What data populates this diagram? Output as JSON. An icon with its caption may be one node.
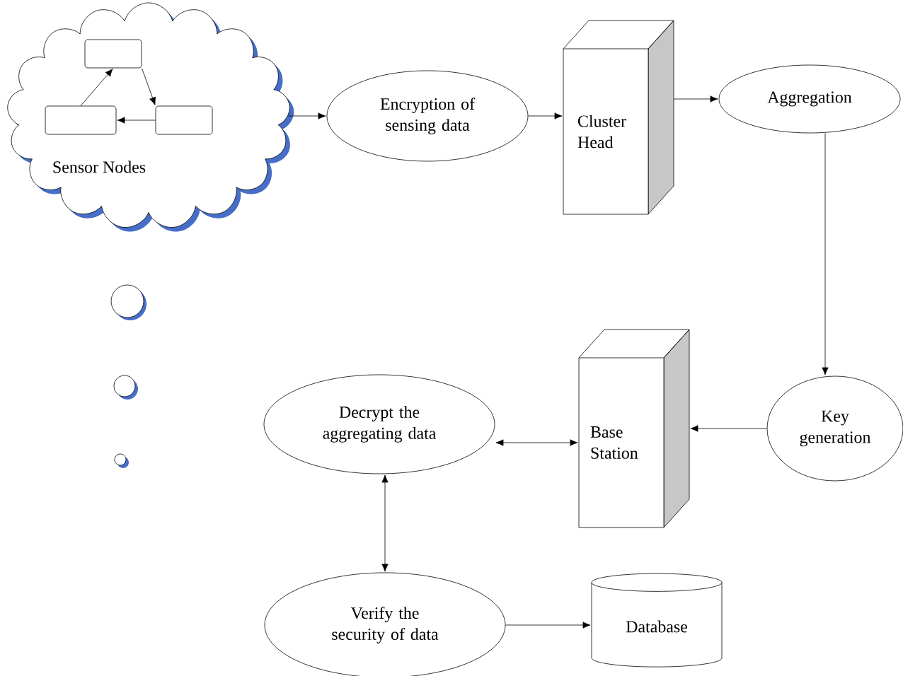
{
  "diagram": {
    "nodes": [
      {
        "text": [
          "Sensor Nodes"
        ]
      },
      {
        "text": [],
        "shape": "box",
        "in": 0
      },
      {
        "text": [],
        "shape": "box",
        "in": 0
      },
      {
        "text": [],
        "shape": "box",
        "in": 0
      },
      {
        "text": [],
        "shape": "circle"
      },
      {
        "text": [],
        "shape": "circle"
      },
      {
        "text": [],
        "shape": "circle"
      },
      {
        "text": [
          "Encryption of sensing data"
        ]
      },
      {
        "text": [
          "Cluster Head"
        ]
      },
      {
        "text": [
          "Aggregation"
        ]
      },
      {
        "text": [
          "Key generation"
        ]
      },
      {
        "text": [
          "Base Station"
        ]
      },
      {
        "text": [
          "Decrypt the aggregating data"
        ]
      },
      {
        "text": [
          "Verify the security of data"
        ]
      },
      {
        "text": [
          "Database"
        ]
      }
    ],
    "edges": [
      {
        "from": 2,
        "to": 1,
        "arrow": "to"
      },
      {
        "from": 1,
        "to": 3,
        "arrow": "to"
      },
      {
        "from": 3,
        "to": 2,
        "arrow": "to"
      },
      {
        "from": 0,
        "to": 7,
        "arrow": "to"
      },
      {
        "from": 7,
        "to": 8,
        "arrow": "to"
      },
      {
        "from": 8,
        "to": 9,
        "arrow": "to"
      },
      {
        "from": 9,
        "to": 10,
        "arrow": "to"
      },
      {
        "from": 10,
        "to": 11,
        "arrow": "to"
      },
      {
        "from": 11,
        "to": 12,
        "arrow": "both"
      },
      {
        "from": 12,
        "to": 13,
        "arrow": "both"
      },
      {
        "from": 13,
        "to": 14,
        "arrow": "to"
      }
    ]
  }
}
